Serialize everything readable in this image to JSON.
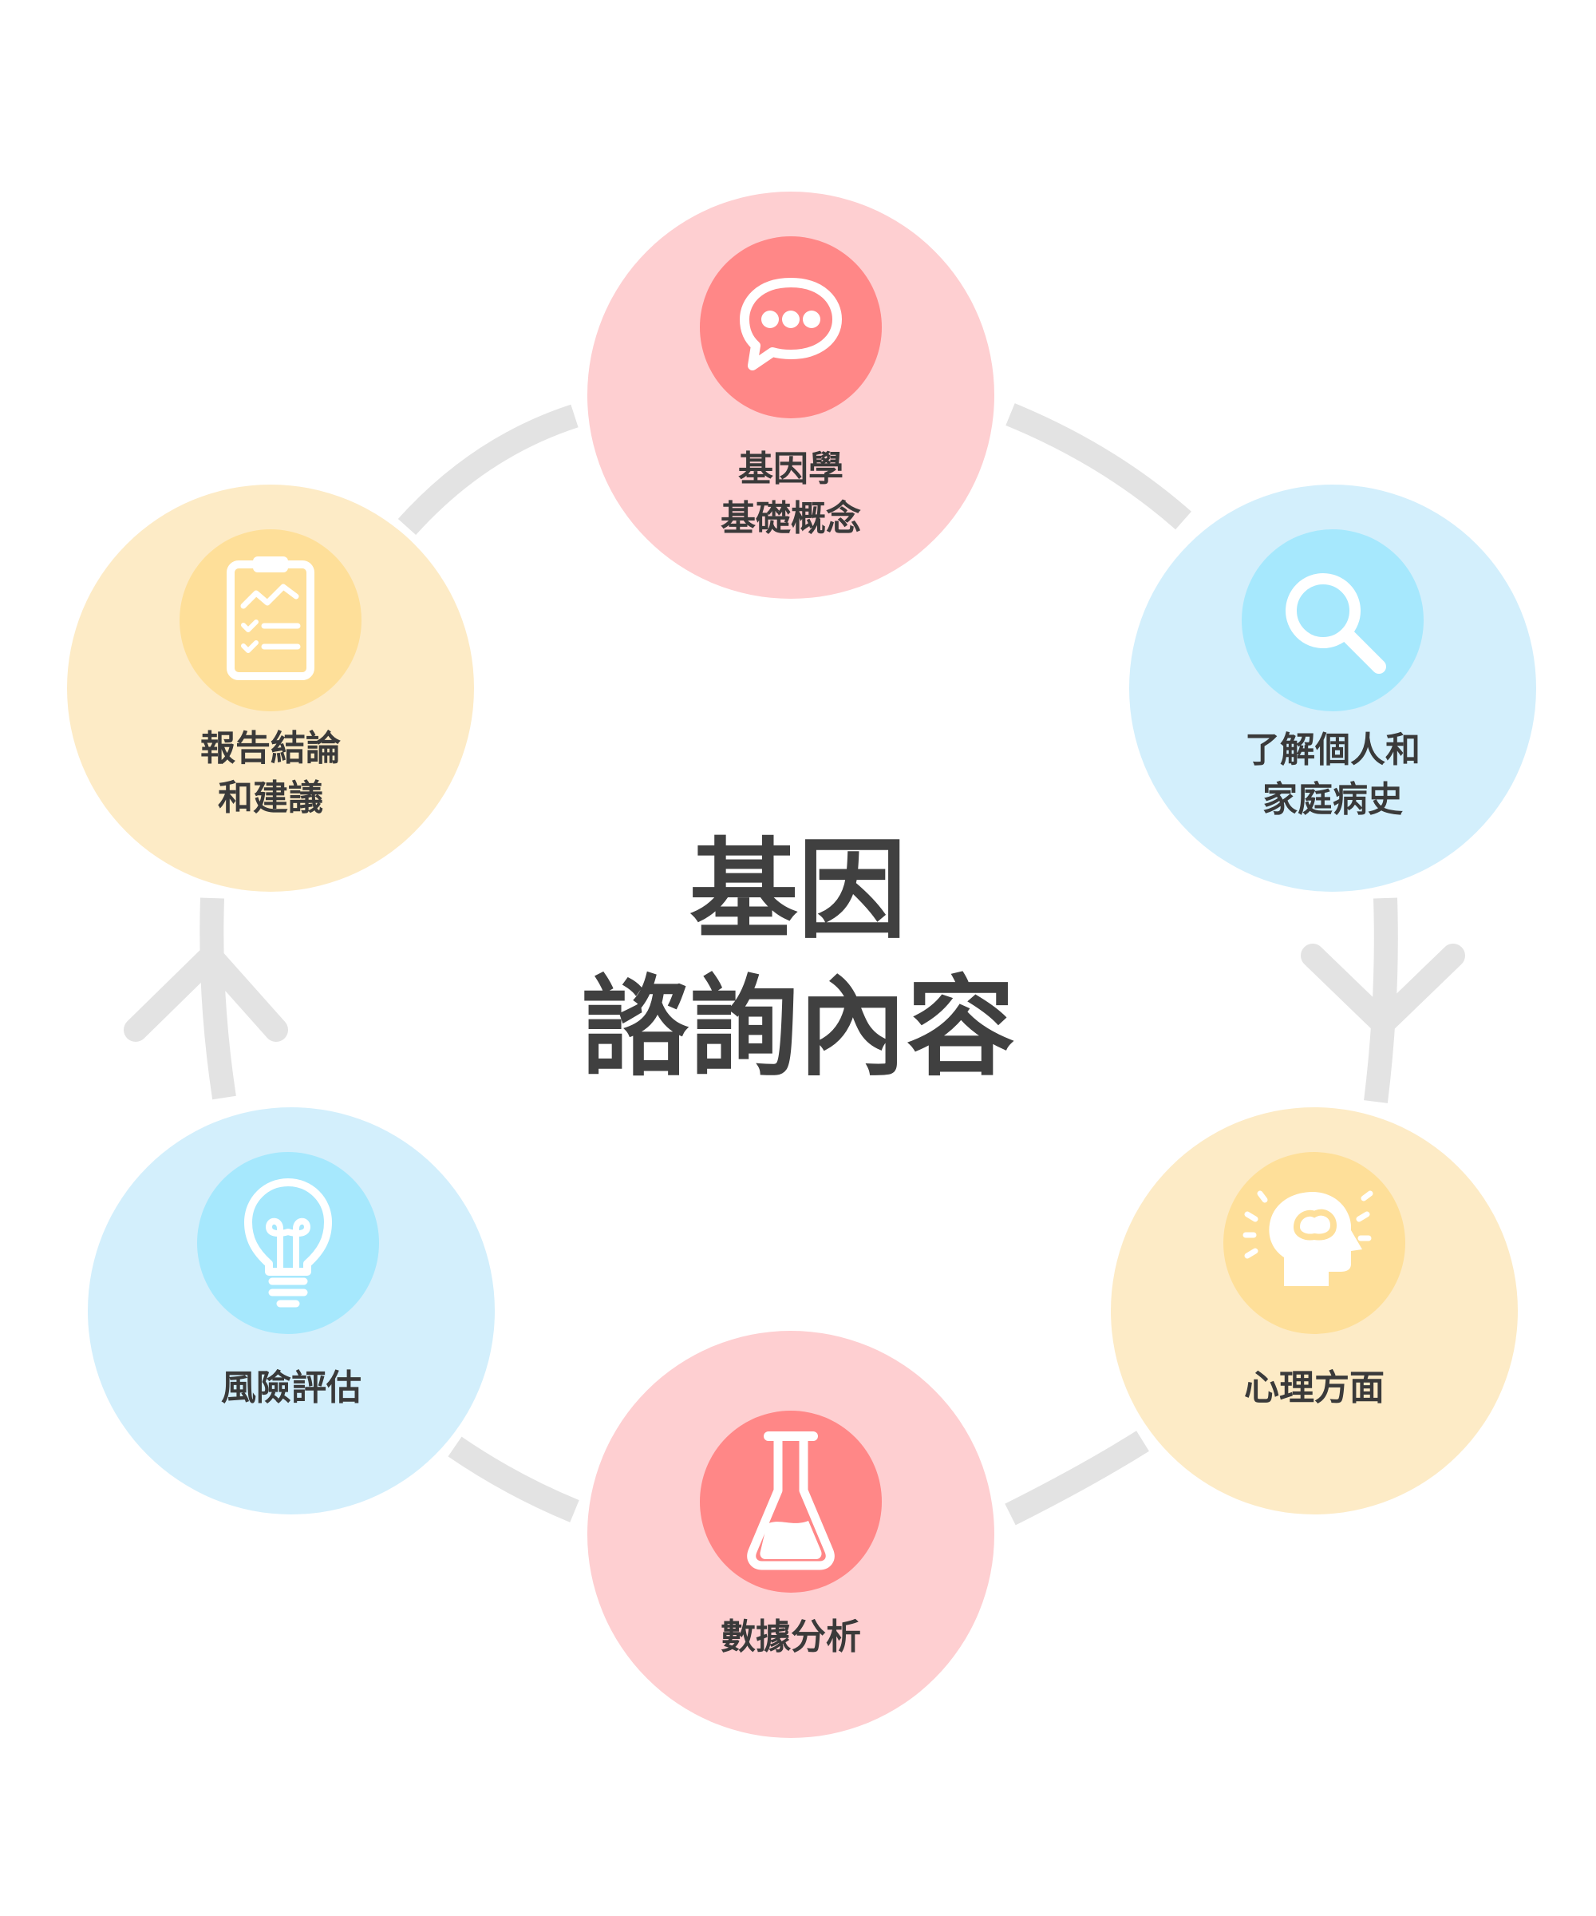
{
  "title": {
    "line1": "基因",
    "line2": "諮詢內容"
  },
  "colors": {
    "connector": "#e3e3e3",
    "pink_bg": "#fecfd1",
    "pink_icon": "#ff8787",
    "blue_bg": "#d3effc",
    "blue_icon": "#a6e8fd",
    "yellow_bg": "#fdebc6",
    "yellow_icon": "#fedf99",
    "text": "#3a3a3a"
  },
  "nodes": [
    {
      "id": "basics",
      "icon": "speech-bubble-icon",
      "label_lines": [
        "基因學",
        "基礎概念"
      ]
    },
    {
      "id": "history",
      "icon": "magnifier-icon",
      "label_lines": [
        "了解個人和",
        "家庭病史"
      ]
    },
    {
      "id": "psychology",
      "icon": "head-thinking-icon",
      "label_lines": [
        "心理方面"
      ]
    },
    {
      "id": "data",
      "icon": "flask-icon",
      "label_lines": [
        "數據分析"
      ]
    },
    {
      "id": "risk",
      "icon": "lightbulb-icon",
      "label_lines": [
        "風險評估"
      ]
    },
    {
      "id": "report",
      "icon": "clipboard-chart-icon",
      "label_lines": [
        "報告結論",
        "和建議"
      ]
    }
  ]
}
